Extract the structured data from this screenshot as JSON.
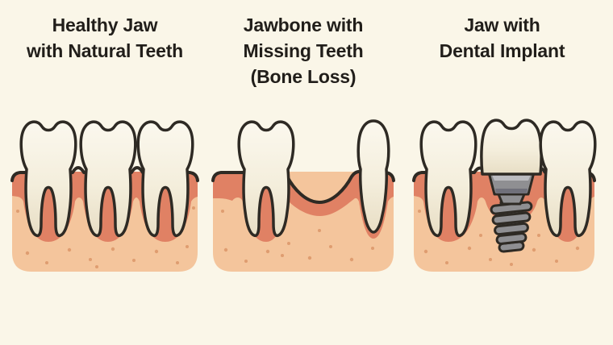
{
  "diagram": {
    "type": "dental-education-illustration",
    "panels": [
      {
        "id": "healthy-jaw",
        "title_lines": [
          "Healthy Jaw",
          "with Natural Teeth"
        ],
        "depicts": "Three natural teeth with roots seated in healthy gum and jawbone"
      },
      {
        "id": "bone-loss",
        "title_lines": [
          "Jawbone with",
          "Missing Teeth",
          "(Bone Loss)"
        ],
        "depicts": "A gap between two remaining teeth where the gum and jawbone have receded"
      },
      {
        "id": "dental-implant",
        "title_lines": [
          "Jaw with",
          "Dental Implant"
        ],
        "depicts": "A titanium implant screw and crown placed between two natural teeth"
      }
    ],
    "colors": {
      "background": "#FAF6E8",
      "gum": "#E08164",
      "bone": "#F4C59C",
      "speckle": "#D98F62",
      "outline": "#2E2A24",
      "tooth": "#F6F1E2",
      "implant": "#8F8F92",
      "title": "#211E1A"
    }
  }
}
